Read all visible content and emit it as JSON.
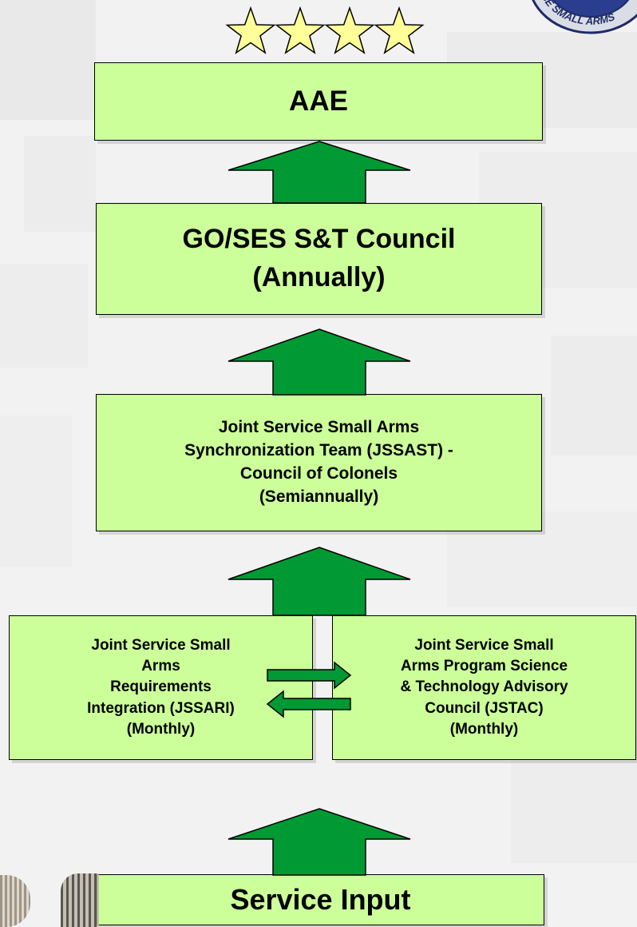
{
  "colors": {
    "box_fill": "#ccff99",
    "arrow_fill": "#009933",
    "star_fill": "#ffff99"
  },
  "top": {
    "stars": 4,
    "box": {
      "lines": [
        "AAE"
      ]
    }
  },
  "council": {
    "lines": [
      "GO/SES S&T Council",
      "(Annually)"
    ]
  },
  "sync_team": {
    "lines": [
      "Joint Service Small Arms",
      "Synchronization Team (JSSAST) -",
      "Council of Colonels",
      "(Semiannually)"
    ]
  },
  "requirements": {
    "lines": [
      "Joint Service Small",
      "Arms",
      "Requirements",
      "Integration (JSSARI)",
      "(Monthly)"
    ]
  },
  "advisory": {
    "lines": [
      "Joint Service Small",
      "Arms Program Science",
      "& Technology Advisory",
      "Council (JSTAC)",
      "(Monthly)"
    ]
  },
  "service_input": {
    "lines": [
      "Service Input"
    ]
  },
  "seal": {
    "text": "CE SMALL ARMS"
  },
  "icons": [
    "star-icon",
    "up-arrow-icon",
    "right-arrow-icon",
    "left-arrow-icon",
    "seal-logo-icon"
  ]
}
